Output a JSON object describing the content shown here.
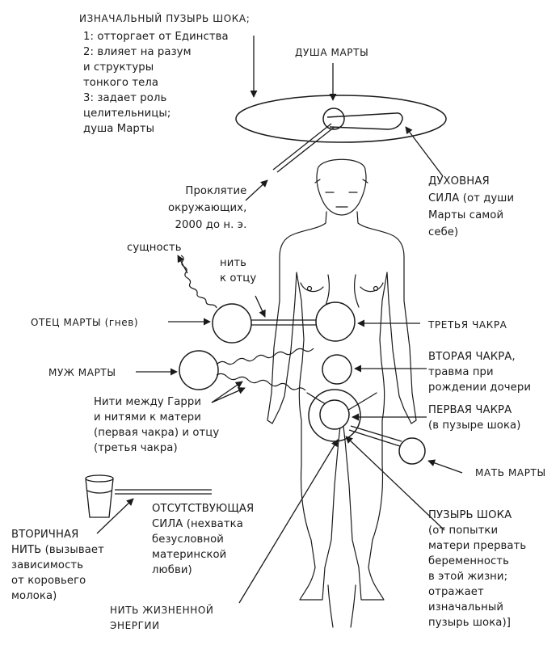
{
  "labels": {
    "shock_bubble_origin": "ИЗНАЧАЛЬНЫЙ ПУЗЫРЬ ШОКА;",
    "shock_bubble_origin_items": "1: отторгает от Единства\n2: влияет на разум\nи структуры\nтонкого тела\n3: задает роль\nцелительницы;\nдуша Марты",
    "soul": "ДУША МАРТЫ",
    "spiritual_power": "ДУХОВНАЯ\nСИЛА (от души\nМарты самой\nсебе)",
    "curse": "Проклятие\nокружающих,\n2000 до н. э.",
    "entity": "сущность",
    "thread_to_father": "нить\nк отцу",
    "father": "ОТЕЦ МАРТЫ (гнев)",
    "third_chakra": "ТРЕТЬЯ ЧАКРА",
    "husband": "МУЖ МАРТЫ",
    "second_chakra": "ВТОРАЯ ЧАКРА,\nтравма при\nрождении дочери",
    "harry_threads": "Нити между Гарри\nи нитями к матери\n(первая чакра) и отцу\n(третья чакра)",
    "first_chakra": "ПЕРВАЯ ЧАКРА\n(в пузыре шока)",
    "mother": "МАТЬ МАРТЫ",
    "missing_power": "ОТСУТСТВУЮЩАЯ\nСИЛА (нехватка\nбезусловной\nматеринской\nлюбви)",
    "shock_bubble": "ПУЗЫРЬ ШОКА\n(от попытки\nматери прервать\nбеременность\nв этой жизни;\nотражает\nизначальный\nпузырь шока)]",
    "secondary_thread": "ВТОРИЧНАЯ\nНИТЬ (вызывает\nзависимость\nот коровьего\nмолока)",
    "life_energy_thread": "НИТЬ ЖИЗНЕННОЙ\nЭНЕРГИИ"
  },
  "colors": {
    "ink": "#1a1a1a",
    "background": "#ffffff"
  }
}
